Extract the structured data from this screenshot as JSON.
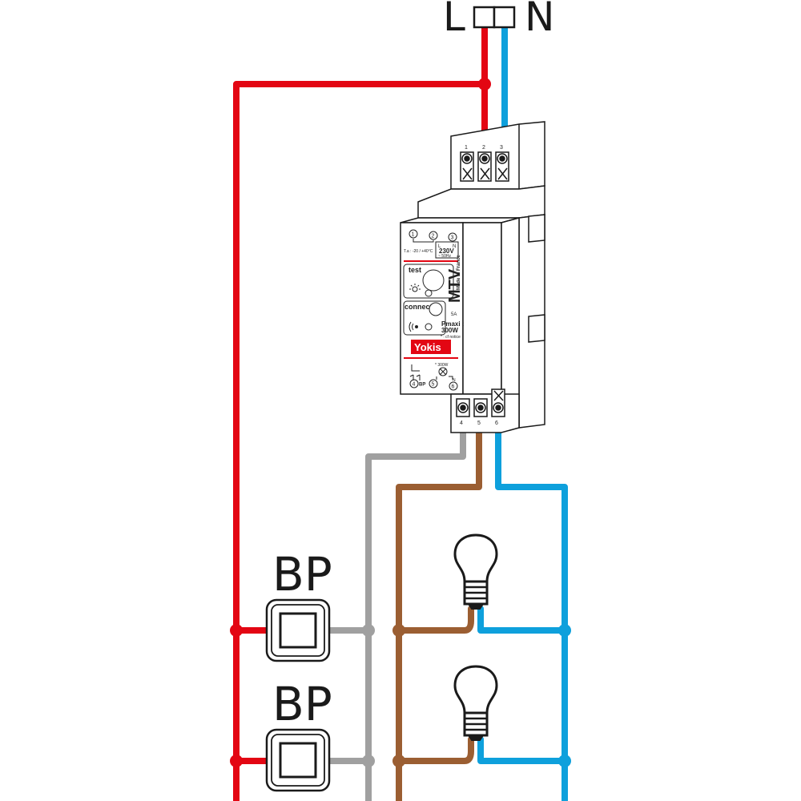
{
  "supply": {
    "line_label": "L",
    "neutral_label": "N"
  },
  "module": {
    "model": "MTV",
    "brand": "Yokis",
    "top_terminals": [
      "1",
      "2",
      "3"
    ],
    "bottom_terminals": [
      "4",
      "5",
      "6"
    ],
    "face_top_numbers": [
      "1",
      "2",
      "3"
    ],
    "temp_range": "T.a : -20 / +40°C",
    "supply_rating_l": "L",
    "supply_rating_n": "N",
    "voltage": "230V",
    "frequency": "~ 50Hz",
    "test_label": "test",
    "connect_label": "connect",
    "made_in": "Made in France",
    "fuse": "5A",
    "pmax_label": "Pmaxi :",
    "pmax_value": "300W",
    "pmax_note": "* : cf notice",
    "load_rating": "* 300W",
    "face_bottom_numbers": [
      "4",
      "5",
      "6"
    ],
    "bp_mark": "BP",
    "n_mark": "N"
  },
  "pushbuttons": [
    {
      "label": "BP"
    },
    {
      "label": "BP"
    }
  ],
  "colors": {
    "line": "#e30613",
    "neutral": "#0ea0dc",
    "control": "#a0a0a0",
    "load": "#9b5e32",
    "outline": "#1a1a1a",
    "module_body": "#ffffff",
    "brand_bg": "#e30613"
  },
  "icons": [
    "bulb-icon",
    "push-button-icon",
    "lamp-symbol-icon",
    "radio-signal-icon"
  ]
}
